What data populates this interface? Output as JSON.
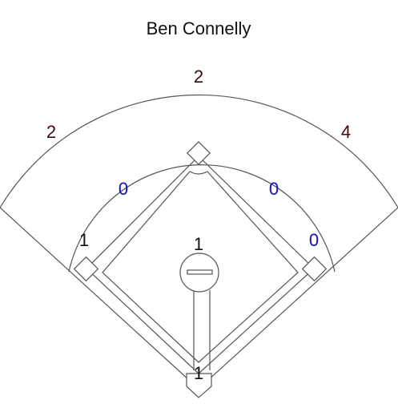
{
  "player_name": "Ben Connelly",
  "colors": {
    "outfield": "#3a0a0a",
    "infield": "#1010c0",
    "other": "#111111"
  },
  "zones": {
    "outfield_center": "2",
    "outfield_left": "2",
    "outfield_right": "4",
    "infield_left": "0",
    "infield_right": "0",
    "third_base_line": "1",
    "first_base_line": "0",
    "pitcher": "1",
    "home": "1"
  }
}
